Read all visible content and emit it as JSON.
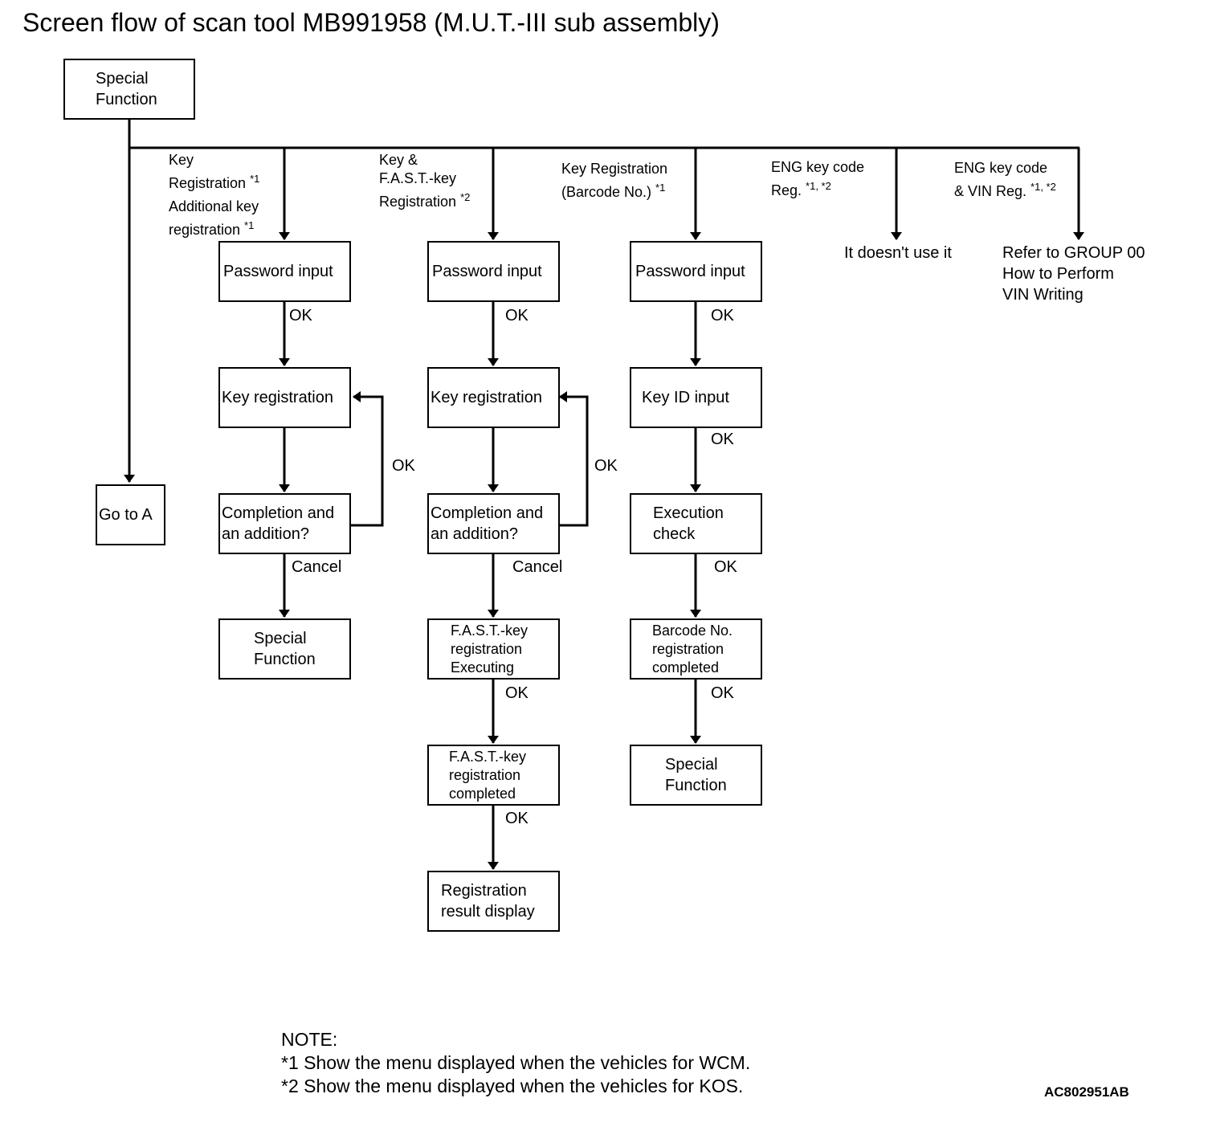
{
  "title": "Screen flow of scan tool MB991958 (M.U.T.-III sub assembly)",
  "root": "Special\nFunction",
  "goto": "Go to A",
  "branches": {
    "b1": {
      "label_a": "Key\nRegistration ",
      "mark_a": "*1",
      "label_b": "Additional key\nregistration ",
      "mark_b": "*1"
    },
    "b2": {
      "label": "Key &\nF.A.S.T.-key\nRegistration ",
      "mark": "*2"
    },
    "b3": {
      "label": "Key Registration\n(Barcode No.) ",
      "mark": "*1"
    },
    "b4": {
      "label": "ENG key code\nReg. ",
      "mark": "*1, *2",
      "result": "It doesn't use it"
    },
    "b5": {
      "label": "ENG key code\n& VIN Reg. ",
      "mark": "*1, *2",
      "result": "Refer to GROUP 00\nHow to Perform\nVIN Writing"
    }
  },
  "col1": {
    "password": "Password input",
    "keyreg": "Key registration",
    "completion": "Completion and\nan addition?",
    "special": "Special\nFunction",
    "ok1": "OK",
    "ok_loop": "OK",
    "cancel": "Cancel"
  },
  "col2": {
    "password": "Password input",
    "keyreg": "Key registration",
    "completion": "Completion and\nan addition?",
    "fast_exec": "F.A.S.T.-key\nregistration\nExecuting",
    "fast_done": "F.A.S.T.-key\nregistration\ncompleted",
    "result": "Registration\nresult display",
    "ok1": "OK",
    "ok_loop": "OK",
    "cancel": "Cancel",
    "ok2": "OK",
    "ok3": "OK"
  },
  "col3": {
    "password": "Password input",
    "keyid": "Key ID input",
    "exec": "Execution\ncheck",
    "barcode": "Barcode No.\nregistration\ncompleted",
    "special": "Special\nFunction",
    "ok1": "OK",
    "ok2": "OK",
    "ok3": "OK",
    "ok4": "OK"
  },
  "note": "NOTE:\n*1 Show the menu displayed when the vehicles for WCM.\n*2 Show the menu displayed when the vehicles for KOS.",
  "code": "AC802951AB"
}
